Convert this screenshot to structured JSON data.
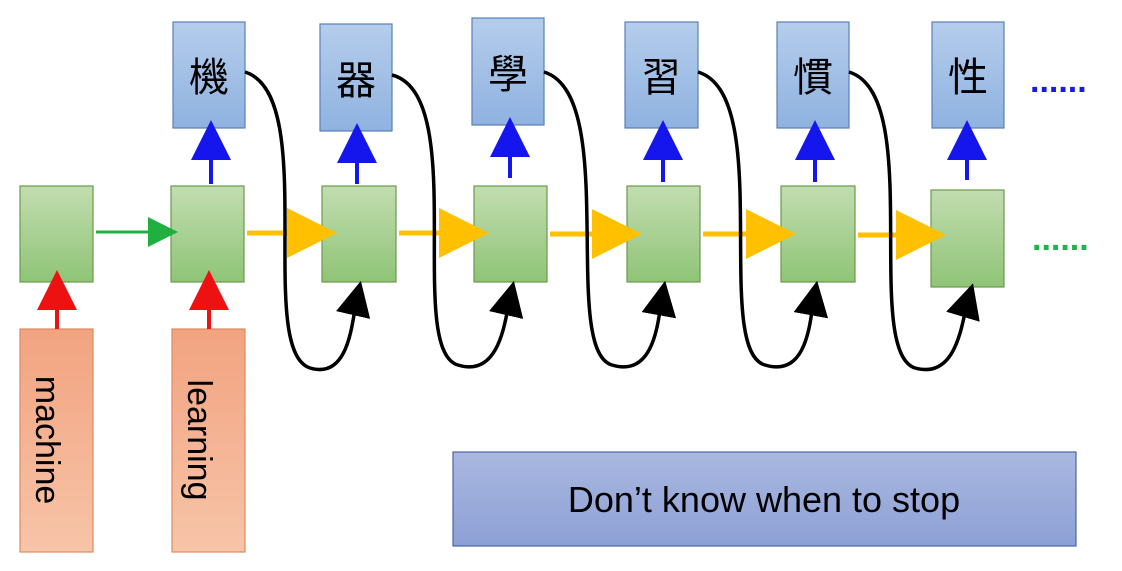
{
  "inputs": [
    "machine",
    "learning"
  ],
  "outputs": [
    "機",
    "器",
    "學",
    "習",
    "慣",
    "性"
  ],
  "output_continuation": "......",
  "state_continuation": "......",
  "note": "Don’t know when to stop",
  "colors": {
    "input_arrow": "#ee1111",
    "output_arrow": "#1515ee",
    "encoder_arrow": "#20b040",
    "decoder_arrow": "#ffc000",
    "feedback_arrow": "#000000",
    "output_dots": "#1a1ae6",
    "state_dots": "#1fb34a"
  }
}
